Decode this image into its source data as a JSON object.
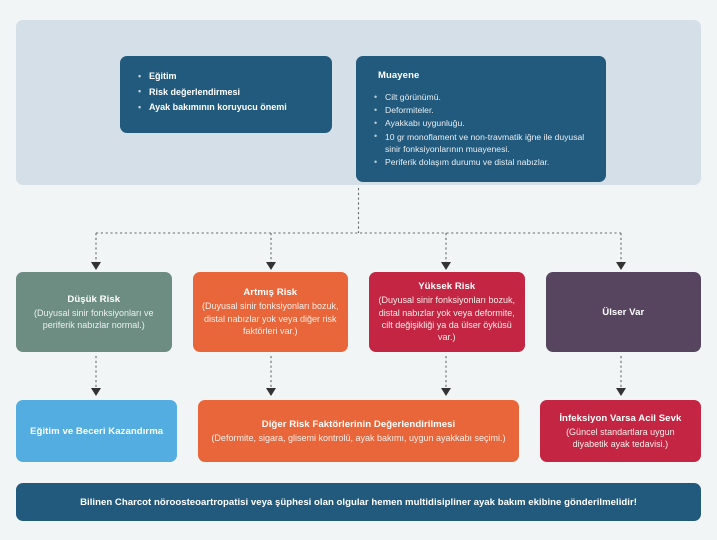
{
  "top_panel": {
    "assessment_box": {
      "items": [
        "Eğitim",
        "Risk değerlendirmesi",
        "Ayak bakımının koruyucu önemi"
      ]
    },
    "examination_box": {
      "title": "Muayene",
      "items": [
        "Cilt görünümü.",
        "Deformiteler.",
        "Ayakkabı uygunluğu.",
        "10 gr monoflament ve non-travmatik iğne ile duyusal sinir fonksiyonlarının muayenesi.",
        "Periferik dolaşım durumu ve distal nabızlar."
      ]
    }
  },
  "risk_row": [
    {
      "title": "Düşük Risk",
      "sub": "(Duyusal sinir fonksiyonları ve periferik nabızlar normal.)",
      "color": "#6d8d83"
    },
    {
      "title": "Artmış Risk",
      "sub": "(Duyusal sinir fonksiyonları bozuk, distal nabızlar yok veya diğer risk faktörleri var.)",
      "color": "#e9663a"
    },
    {
      "title": "Yüksek Risk",
      "sub": "(Duyusal sinir fonksiyonları bozuk, distal nabızlar yok veya deformite, cilt değişikliği ya da ülser öyküsü var.)",
      "color": "#c32543"
    },
    {
      "title": "Ülser Var",
      "sub": "",
      "color": "#574560"
    }
  ],
  "action_row": [
    {
      "title": "Eğitim ve Beceri Kazandırma",
      "sub": "",
      "color": "#53ade1"
    },
    {
      "title": "Diğer Risk Faktörlerinin Değerlendirilmesi",
      "sub": "(Deformite, sigara, glisemi kontrolü, ayak bakımı, uygun ayakkabı seçimi.)",
      "color": "#e9663a"
    },
    {
      "title": "İnfeksiyon Varsa Acil Sevk",
      "sub": "(Güncel standartlara uygun diyabetik ayak tedavisi.)",
      "color": "#c32543"
    }
  ],
  "footer_banner": {
    "text": "Bilinen Charcot nöroosteoartropatisi veya şüphesi olan olgular hemen multidisipliner ayak bakım ekibine gönderilmelidir!"
  },
  "palette": {
    "page_background": "#f2f5f6",
    "panel_background": "#d4dfe8",
    "dark_blue": "#215a7d",
    "connector_gray": "#6a6a6a"
  }
}
